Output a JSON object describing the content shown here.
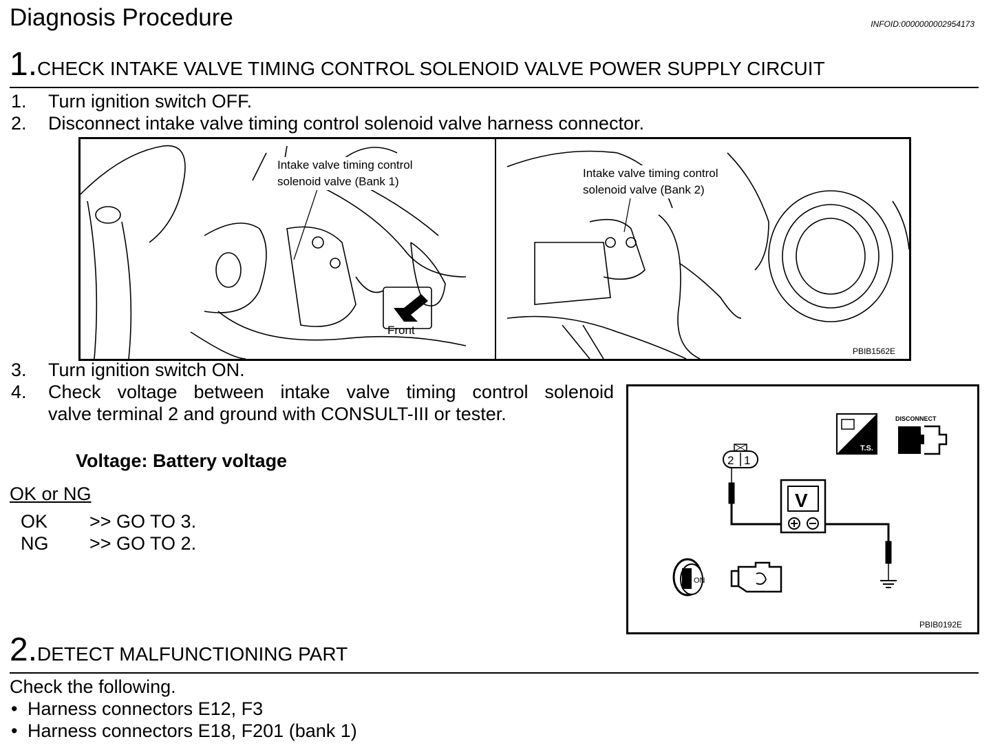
{
  "header": {
    "title": "Diagnosis Procedure",
    "info_id": "INFOID:0000000002954173"
  },
  "step1": {
    "number": "1.",
    "heading": "CHECK INTAKE VALVE TIMING CONTROL SOLENOID VALVE POWER SUPPLY CIRCUIT",
    "items": [
      {
        "num": "1.",
        "text": "Turn ignition switch OFF."
      },
      {
        "num": "2.",
        "text": "Disconnect intake valve timing control solenoid valve harness connector."
      },
      {
        "num": "3.",
        "text": "Turn ignition switch ON."
      },
      {
        "num": "4.",
        "text_line1": "Check voltage between intake valve timing control solenoid",
        "text_line2": "valve terminal 2 and ground with CONSULT-III or tester."
      }
    ],
    "spec": "Voltage: Battery voltage",
    "ok_ng_title": "OK or NG",
    "results": [
      {
        "label": "OK",
        "action": ">> GO TO 3."
      },
      {
        "label": "NG",
        "action": ">> GO TO 2."
      }
    ]
  },
  "figure1": {
    "callout_bank1_line1": "Intake valve timing control",
    "callout_bank1_line2": "solenoid valve (Bank 1)",
    "callout_bank2_line1": "Intake valve timing control",
    "callout_bank2_line2": "solenoid valve (Bank 2)",
    "front_label": "Front",
    "figure_id": "PBIB1562E"
  },
  "figure2": {
    "meter_label": "V",
    "disconnect_label": "DISCONNECT",
    "ts_label": "T.S.",
    "terminal_2": "2",
    "terminal_1": "1",
    "on_label": "ON",
    "figure_id": "PBIB0192E"
  },
  "step2": {
    "number": "2.",
    "heading": "DETECT MALFUNCTIONING PART",
    "intro": "Check the following.",
    "bullets": [
      "Harness connectors E12, F3",
      "Harness connectors E18, F201 (bank 1)"
    ]
  }
}
